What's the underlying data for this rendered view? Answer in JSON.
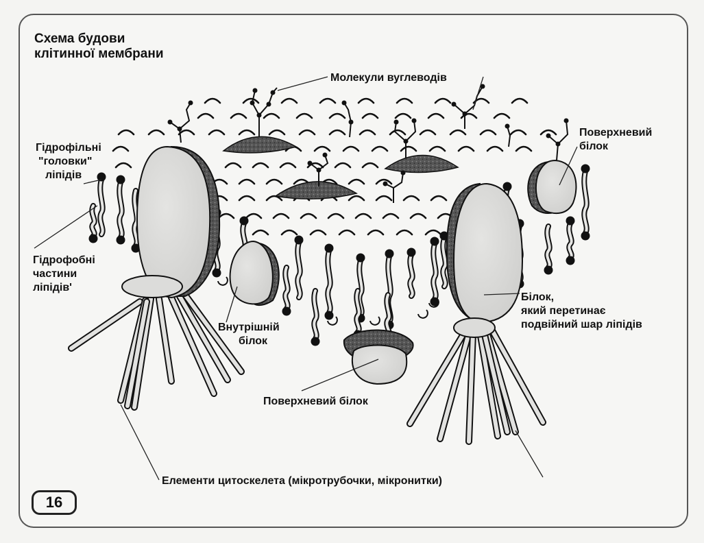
{
  "title": {
    "line1": "Схема будови",
    "line2": "клітинної мембрани"
  },
  "labels": {
    "carbohydrates": "Молекули вуглеводів",
    "surface_protein_right": {
      "line1": "Поверхневий",
      "line2": "білок"
    },
    "hydrophilic_heads": {
      "line1": "Гідрофільні",
      "line2": "\"головки\"",
      "line3": "ліпідів"
    },
    "hydrophobic_tails": {
      "line1": "Гідрофобні",
      "line2": "частини",
      "line3": "ліпідів'"
    },
    "inner_protein": {
      "line1": "Внутрішній",
      "line2": "білок"
    },
    "transmembrane_protein": {
      "line1": "Білок,",
      "line2": "який перетинає",
      "line3": "подвійний шар ліпідів"
    },
    "surface_protein_bottom": "Поверхневий білок",
    "cytoskeleton": "Елементи цитоскелета (мікротрубочки, мікронитки)"
  },
  "page_number": "16",
  "colors": {
    "ink": "#111111",
    "protein_light": "#d9d9d7",
    "protein_dark": "#4a4a4a",
    "background": "#f6f6f4"
  }
}
